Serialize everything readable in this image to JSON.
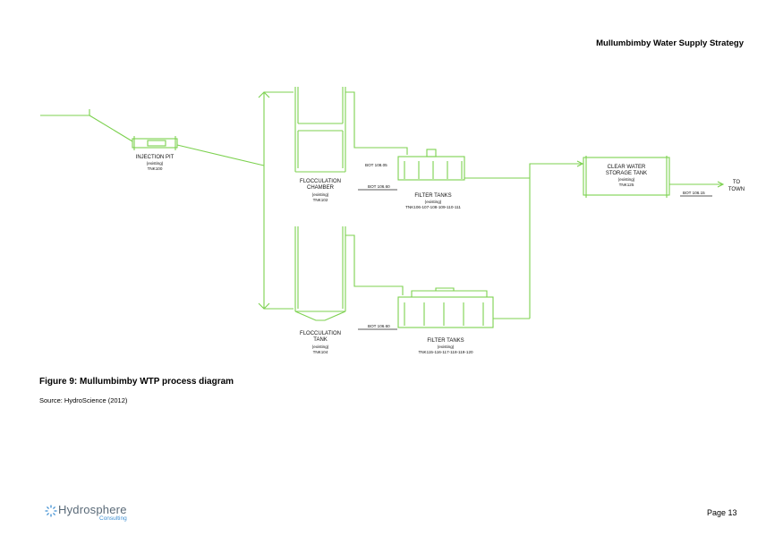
{
  "header": {
    "title": "Mullumbimby Water Supply Strategy"
  },
  "diagram": {
    "injection_pit": {
      "name": "INJECTION PIT",
      "status": "(existing)",
      "id": "TNK100"
    },
    "flocculation_chamber": {
      "name_line1": "FLOCCULATION",
      "name_line2": "CHAMBER",
      "status": "(existing)",
      "id": "TNK102"
    },
    "flocculation_tank": {
      "name_line1": "FLOCCULATION",
      "name_line2": "TANK",
      "status": "(existing)",
      "id": "TNK104"
    },
    "filter_tanks_1": {
      "name": "FILTER TANKS",
      "status": "(existing)",
      "id": "TNK106-107-108-109-110-111",
      "bot_top": "BOT 108.05",
      "bot_base": "BOT 106.60"
    },
    "filter_tanks_2": {
      "name": "FILTER TANKS",
      "status": "(existing)",
      "id": "TNK115-116-117-118-119-120",
      "bot_base": "BOT 106.60"
    },
    "clear_water_tank": {
      "name_line1": "CLEAR WATER",
      "name_line2": "STORAGE TANK",
      "status": "(existing)",
      "id": "TNK125",
      "bot": "BOT 106.15"
    },
    "outlet": {
      "line1": "TO",
      "line2": "TOWN"
    },
    "line_color": "#7cd14f"
  },
  "figure": {
    "caption": "Figure 9: Mullumbimby WTP process diagram",
    "source": "Source: HydroScience (2012)"
  },
  "footer": {
    "logo_name": "Hydrosphere",
    "logo_sub": "Consulting",
    "logo_icon": "sun-burst-icon",
    "page": "Page 13"
  }
}
